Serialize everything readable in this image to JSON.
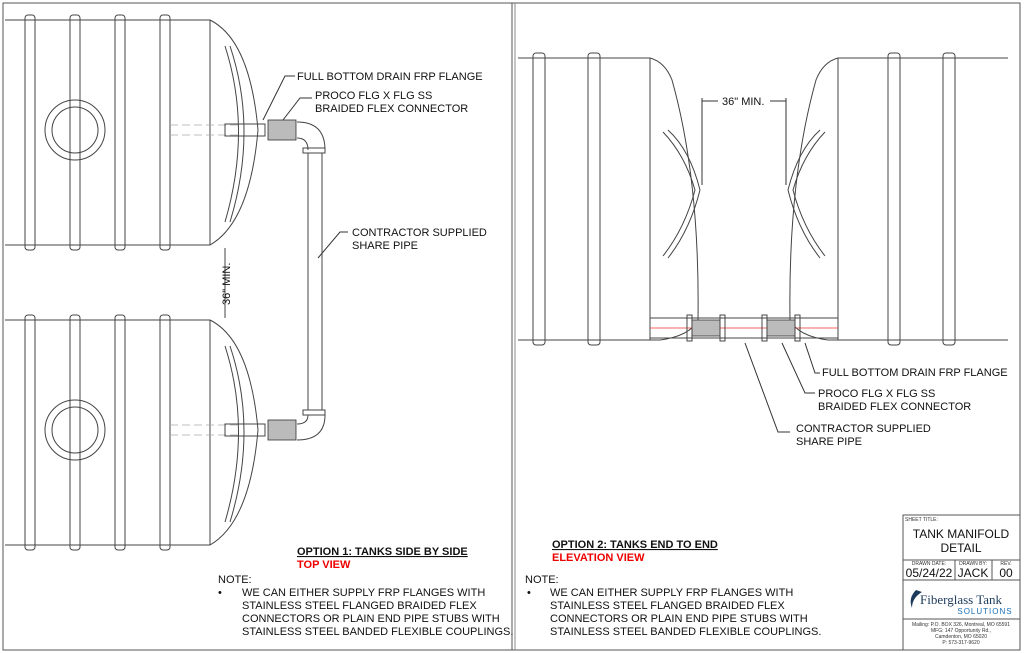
{
  "left_panel": {
    "labels": {
      "flange": "FULL BOTTOM DRAIN FRP FLANGE",
      "connector_1": "PROCO FLG X FLG SS",
      "connector_2": "BRAIDED FLEX CONNECTOR",
      "pipe_1": "CONTRACTOR SUPPLIED",
      "pipe_2": "SHARE PIPE",
      "dimension": "36\" MIN."
    },
    "option_title": "OPTION 1: TANKS SIDE BY SIDE",
    "view_label": "TOP VIEW",
    "note_heading": "NOTE:",
    "note_lines": [
      "WE CAN EITHER SUPPLY FRP FLANGES WITH",
      "STAINLESS STEEL FLANGED BRAIDED FLEX",
      "CONNECTORS OR PLAIN END PIPE STUBS WITH",
      "STAINLESS STEEL BANDED FLEXIBLE COUPLINGS."
    ]
  },
  "right_panel": {
    "labels": {
      "dimension": "36\" MIN.",
      "flange": "FULL BOTTOM DRAIN FRP FLANGE",
      "connector_1": "PROCO FLG X FLG SS",
      "connector_2": "BRAIDED FLEX CONNECTOR",
      "pipe_1": "CONTRACTOR SUPPLIED",
      "pipe_2": "SHARE PIPE"
    },
    "option_title": "OPTION 2: TANKS END TO END",
    "view_label": "ELEVATION VIEW",
    "note_heading": "NOTE:",
    "note_lines": [
      "WE CAN EITHER SUPPLY FRP FLANGES WITH",
      "STAINLESS STEEL FLANGED BRAIDED FLEX",
      "CONNECTORS OR PLAIN END PIPE STUBS WITH",
      "STAINLESS STEEL BANDED FLEXIBLE COUPLINGS."
    ]
  },
  "title_block": {
    "sheet_title_label": "SHEET TITLE:",
    "sheet_title_1": "TANK MANIFOLD",
    "sheet_title_2": "DETAIL",
    "drawn_date_label": "DRAWN DATE:",
    "drawn_date": "05/24/22",
    "drawn_by_label": "DRAWN BY:",
    "drawn_by": "JACK",
    "rev_label": "REV.",
    "rev": "00",
    "logo_text": "Fiberglass Tank",
    "logo_sub": "SOLUTIONS",
    "address": [
      "Mailing: P.O. BOX 326, Montreal, MO 65591",
      "MFG: 147 Opportunity Rd.,",
      "Camdenton, MO 65020",
      "P: 573-317-9620"
    ]
  },
  "colors": {
    "red": "#e00000",
    "logo_blue": "#1a6fb5",
    "logo_navy": "#1c3a5c"
  }
}
